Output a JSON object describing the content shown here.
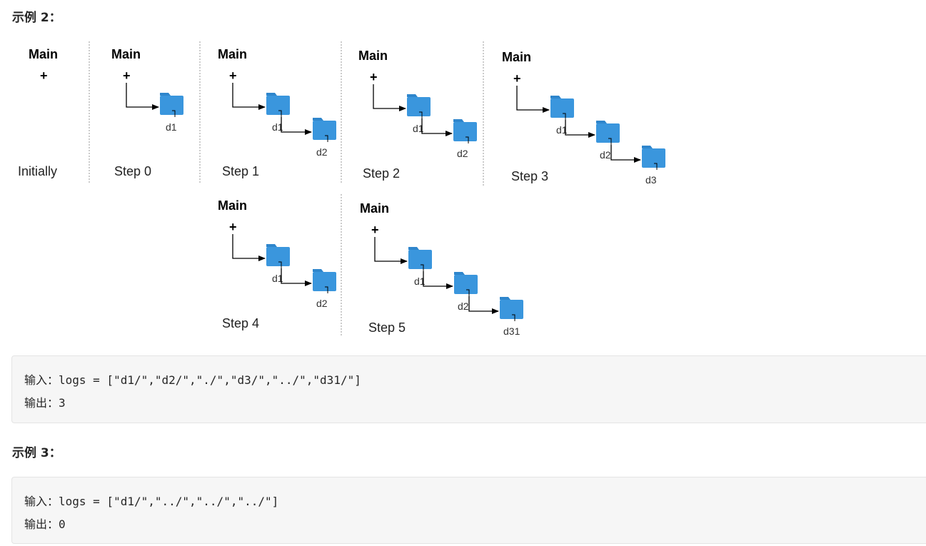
{
  "example2": {
    "heading": "示例 2："
  },
  "figure": {
    "root_label": "Main",
    "root_mark": "+",
    "panels": [
      {
        "caption": "Initially",
        "folders": []
      },
      {
        "caption": "Step 0",
        "folders": [
          "d1"
        ]
      },
      {
        "caption": "Step 1",
        "folders": [
          "d1",
          "d2"
        ]
      },
      {
        "caption": "Step 2",
        "folders": [
          "d1",
          "d2"
        ]
      },
      {
        "caption": "Step 3",
        "folders": [
          "d1",
          "d2",
          "d3"
        ]
      },
      {
        "caption": "Step 4",
        "folders": [
          "d1",
          "d2"
        ]
      },
      {
        "caption": "Step 5",
        "folders": [
          "d1",
          "d2",
          "d31"
        ]
      }
    ],
    "colors": {
      "folder": "#3a96dd",
      "folder_tab": "#2f86cc",
      "arrow": "#000000",
      "divider": "#999999"
    }
  },
  "code2": {
    "line1": "输入：logs = [\"d1/\",\"d2/\",\"./\",\"d3/\",\"../\",\"d31/\"]",
    "line2": "输出：3"
  },
  "example3": {
    "heading": "示例 3："
  },
  "code3": {
    "line1": "输入：logs = [\"d1/\",\"../\",\"../\",\"../\"]",
    "line2": "输出：0"
  }
}
